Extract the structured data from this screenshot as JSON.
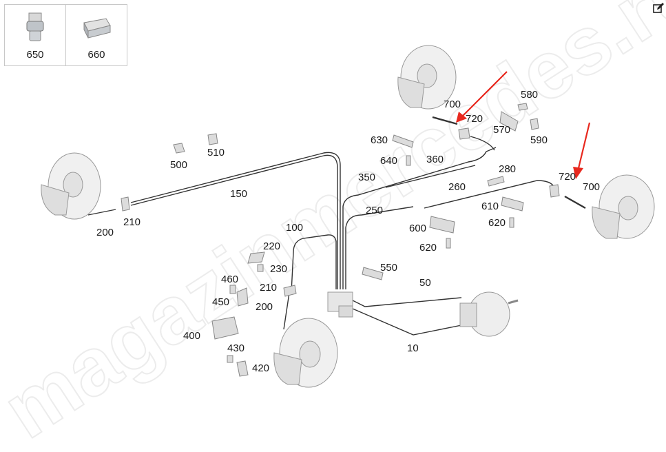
{
  "legend": {
    "items": [
      {
        "number": "650",
        "icon": "plug-fitting-icon"
      },
      {
        "number": "660",
        "icon": "hex-connector-icon"
      }
    ]
  },
  "toolbar": {
    "edit_icon": "edit-icon"
  },
  "watermark": "magazinmercedes.ru",
  "colors": {
    "line": "#333333",
    "part_fill": "#e6e6e6",
    "part_stroke": "#999999",
    "arrow": "#e8281e",
    "watermark": "#eeeeee"
  },
  "callouts": {
    "c700a": "700",
    "c720a": "720",
    "c580": "580",
    "c570": "570",
    "c590": "590",
    "c630": "630",
    "c640": "640",
    "c360": "360",
    "c500": "500",
    "c510": "510",
    "c150": "150",
    "c200a": "200",
    "c210a": "210",
    "c350": "350",
    "c280": "280",
    "c720b": "720",
    "c700b": "700",
    "c260": "260",
    "c250": "250",
    "c610": "610",
    "c600": "600",
    "c620a": "620",
    "c620b": "620",
    "c100": "100",
    "c220": "220",
    "c230": "230",
    "c210b": "210",
    "c200b": "200",
    "c460": "460",
    "c450": "450",
    "c550": "550",
    "c50": "50",
    "c10": "10",
    "c400": "400",
    "c430": "430",
    "c420": "420"
  }
}
